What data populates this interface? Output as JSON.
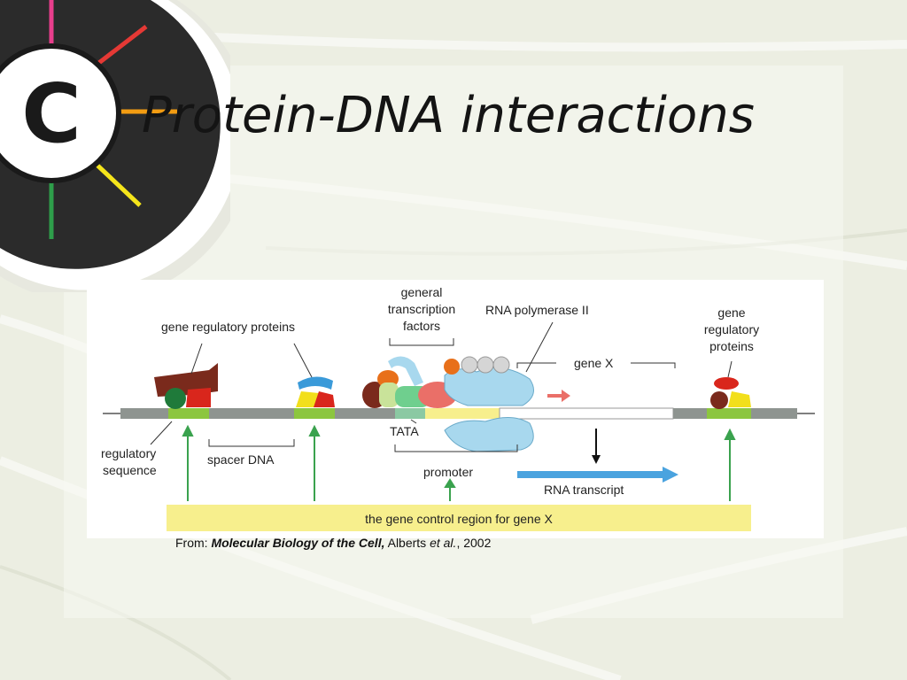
{
  "slide": {
    "title": "Protein-DNA interactions",
    "logo_letter": "C"
  },
  "diagram": {
    "labels": {
      "gene_regulatory_proteins_left": "gene regulatory proteins",
      "general_tf_line1": "general",
      "general_tf_line2": "transcription",
      "general_tf_line3": "factors",
      "rna_pol": "RNA polymerase II",
      "gene_x": "gene X",
      "gene_reg_right_line1": "gene",
      "gene_reg_right_line2": "regulatory",
      "gene_reg_right_line3": "proteins",
      "regulatory_line1": "regulatory",
      "regulatory_line2": "sequence",
      "spacer_dna": "spacer DNA",
      "tata": "TATA",
      "promoter": "promoter",
      "rna_transcript": "RNA transcript",
      "control_region": "the gene control region for gene X"
    }
  },
  "citation": {
    "prefix": "From: ",
    "book": "Molecular Biology of the Cell,",
    "author": " Alberts ",
    "etal": "et al.",
    "year": ", 2002"
  },
  "colors": {
    "background": "#eceee2",
    "title_text": "#141414",
    "dna_strand": "#8e9490",
    "regulatory_site": "#8cc63f",
    "tata_box": "#8bc9a3",
    "control_region_bar": "#f7ef8d",
    "arrow_green": "#3aa24e",
    "transcript_arrow": "#4aa3df",
    "polymerase": "#a8d8ee"
  }
}
